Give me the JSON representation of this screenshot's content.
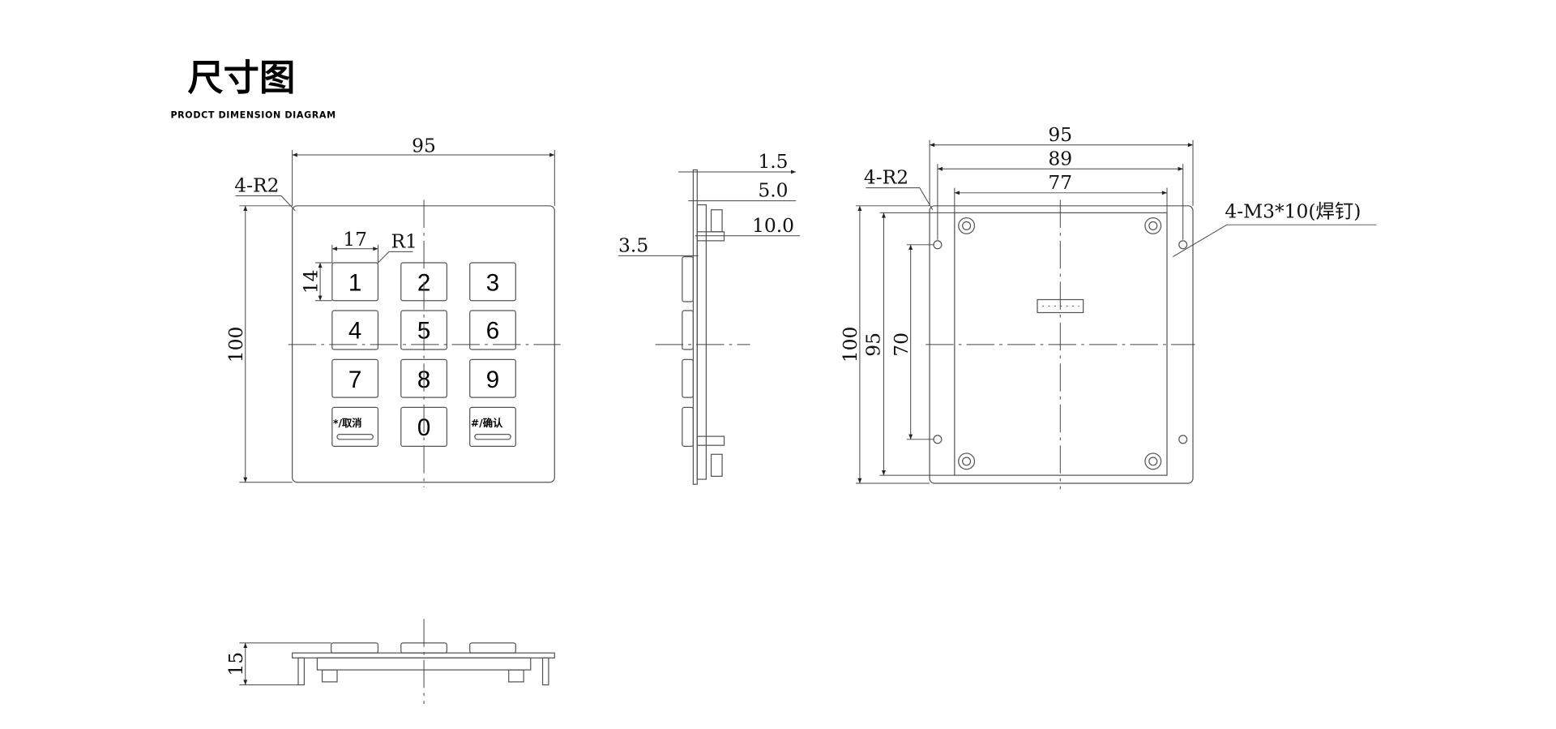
{
  "header": {
    "title": "尺寸图",
    "subtitle": "PRODCT DIMENSION DIAGRAM"
  },
  "front_view": {
    "width": "95",
    "height": "100",
    "corner_radius": "4-R2",
    "key_width": "17",
    "key_height": "14",
    "key_radius": "R1",
    "keys": [
      "1",
      "2",
      "3",
      "4",
      "5",
      "6",
      "7",
      "8",
      "9",
      "*/取消",
      "0",
      "#/确认"
    ]
  },
  "side_view": {
    "dims": [
      "1.5",
      "5.0",
      "10.0",
      "3.5"
    ]
  },
  "back_view": {
    "width_outer": "95",
    "width_holes": "89",
    "width_pcb": "77",
    "height_outer": "100",
    "height_pcb": "95",
    "height_holes": "70",
    "corner_radius": "4-R2",
    "studs": "4-M3*10(焊钉)"
  },
  "bottom_view": {
    "thickness": "15"
  }
}
